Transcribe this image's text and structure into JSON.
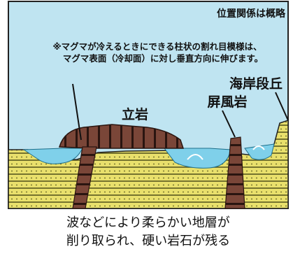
{
  "corner_note": "位置関係は概略",
  "note_line1": "※マグマが冷えるときにできる柱状の割れ目模様は、",
  "note_line2": "マグマ表面（冷却面）に対し垂直方向に伸びます。",
  "labels": {
    "tategan": "立岩",
    "byobuiwa": "屏風岩",
    "kaigan_dankyu": "海岸段丘"
  },
  "caption_line1": "波などにより柔らかい地層が",
  "caption_line2": "削り取られ、硬い岩石が残る",
  "colors": {
    "sky": "#bfe4f1",
    "water": "#7fd0ea",
    "strata_yellow": "#e9e06c",
    "strata_dark": "#58581f",
    "rock": "#7a4638",
    "rock_line": "#2a1510",
    "frame": "#222222"
  }
}
